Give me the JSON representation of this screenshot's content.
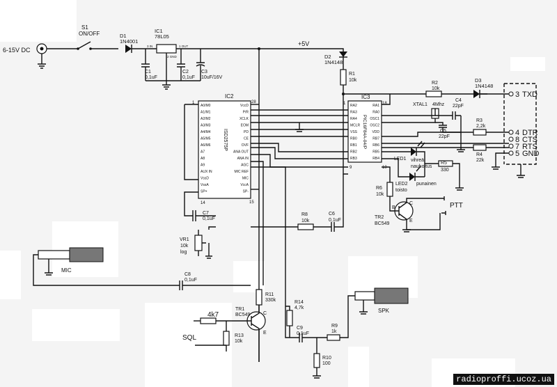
{
  "power": {
    "input_label": "6-15V DC",
    "rail_label": "+5V"
  },
  "switch": {
    "ref": "S1",
    "desc": "ON/OFF"
  },
  "diodes": {
    "d1": {
      "ref": "D1",
      "type": "1N4001"
    },
    "d2": {
      "ref": "D2",
      "type": "1N4148"
    },
    "d3": {
      "ref": "D3",
      "type": "1N4148"
    }
  },
  "regulator": {
    "ref": "IC1",
    "type": "78L05",
    "pin_in": "3 IN",
    "pin_out": "1 OUT",
    "pin_gnd": "2 GND"
  },
  "caps": {
    "c1": {
      "ref": "C1",
      "val": "0,1uF"
    },
    "c2": {
      "ref": "C2",
      "val": "0,1uF"
    },
    "c3": {
      "ref": "C3",
      "val": "10uF/16V"
    },
    "c4": {
      "ref": "C4",
      "val": "22pF"
    },
    "c5": {
      "ref": "C5",
      "val": "22pF"
    },
    "c6": {
      "ref": "C6",
      "val": "0,1uF"
    },
    "c7": {
      "ref": "C7",
      "val": "0,1uF"
    },
    "c8": {
      "ref": "C8",
      "val": "0,1uF"
    },
    "c9": {
      "ref": "C9",
      "val": "0,1uF"
    }
  },
  "resistors": {
    "r1": {
      "ref": "R1",
      "val": "10k"
    },
    "r2": {
      "ref": "R2",
      "val": "10k"
    },
    "r3": {
      "ref": "R3",
      "val": "2,2k"
    },
    "r4": {
      "ref": "R4",
      "val": "22k"
    },
    "r5": {
      "ref": "R5",
      "val": "330"
    },
    "r6": {
      "ref": "R6",
      "val": "10k"
    },
    "r8": {
      "ref": "R8",
      "val": "10k"
    },
    "r9": {
      "ref": "R9",
      "val": "1k"
    },
    "r10": {
      "ref": "R10",
      "val": "100"
    },
    "r11": {
      "ref": "R11",
      "val": "330k"
    },
    "r13": {
      "ref": "R13",
      "val": "10k"
    },
    "r14": {
      "ref": "R14",
      "val": "4,7k"
    }
  },
  "ic2": {
    "ref": "IC2",
    "part": "ISD2575P",
    "pin1": "1",
    "pin28": "28",
    "pin14": "14",
    "pin15": "15",
    "left_pins": [
      "A0/M0",
      "A1/M1",
      "A2/M2",
      "A3/M3",
      "A4/M4",
      "A5/M5",
      "A6/M6",
      "A7",
      "A8",
      "A9",
      "AUX IN",
      "VssD",
      "VssA",
      "SP+"
    ],
    "right_pins": [
      "VccD",
      "P/R",
      "XCLK",
      "EOM",
      "PD",
      "CE",
      "OVF",
      "ANA OUT",
      "ANA IN",
      "AGC",
      "MIC REF",
      "MIC",
      "VccA",
      "SP-"
    ]
  },
  "ic3": {
    "ref": "IC3",
    "part": "PIC16F84A-04/P",
    "pin1": "1",
    "pin18": "18",
    "pin9": "9",
    "pin10": "10",
    "left_pins": [
      "RA2",
      "RA3",
      "RA4",
      "MCLR",
      "VSS",
      "RB0",
      "RB1",
      "RB2",
      "RB3"
    ],
    "right_pins": [
      "RA1",
      "RA0",
      "OSC1",
      "OSC2",
      "VDD",
      "RB7",
      "RB6",
      "RB5",
      "RB4"
    ]
  },
  "crystal": {
    "ref": "XTAL1",
    "val": "4Mhz"
  },
  "leds": {
    "led1": {
      "ref": "LED1",
      "color": "vihreä",
      "func": "nauhoitus"
    },
    "led2": {
      "ref": "LED2",
      "color": "punainen",
      "func": "toisto"
    }
  },
  "transistors": {
    "tr1": {
      "ref": "TR1",
      "type": "BC549"
    },
    "tr2": {
      "ref": "TR2",
      "type": "BC549"
    }
  },
  "pins": {
    "b": "B",
    "c": "C",
    "e": "E"
  },
  "pot": {
    "ref": "VR1",
    "val": "10k",
    "taper": "log"
  },
  "connector": {
    "pins": [
      {
        "num": "3",
        "name": "TXD"
      },
      {
        "num": "4",
        "name": "DTR"
      },
      {
        "num": "8",
        "name": "CTS"
      },
      {
        "num": "7",
        "name": "RTS"
      },
      {
        "num": "5",
        "name": "GND"
      }
    ]
  },
  "labels": {
    "mic": "MIC",
    "spk": "SPK",
    "ptt": "PTT",
    "sql": "SQL",
    "r_sql": "4k7"
  },
  "watermark": "radioproffi.ucoz.ua"
}
